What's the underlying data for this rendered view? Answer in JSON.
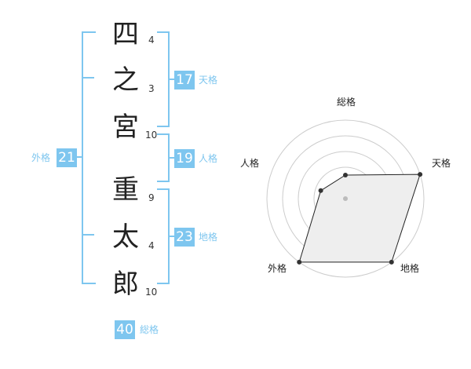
{
  "name_chars": [
    {
      "char": "四",
      "strokes": "4"
    },
    {
      "char": "之",
      "strokes": "3"
    },
    {
      "char": "宮",
      "strokes": "10"
    },
    {
      "char": "重",
      "strokes": "9"
    },
    {
      "char": "太",
      "strokes": "4"
    },
    {
      "char": "郎",
      "strokes": "10"
    }
  ],
  "fortune": {
    "tenkaku": {
      "value": "17",
      "label": "天格"
    },
    "jinkaku": {
      "value": "19",
      "label": "人格"
    },
    "chikaku": {
      "value": "23",
      "label": "地格"
    },
    "gaikaku": {
      "value": "21",
      "label": "外格"
    },
    "soukaku": {
      "value": "40",
      "label": "総格"
    }
  },
  "colors": {
    "accent": "#7ec6ef",
    "text": "#222222",
    "radar_fill": "#eeeeee",
    "radar_ring": "#cccccc"
  },
  "radar": {
    "axis_labels": [
      "総格",
      "天格",
      "地格",
      "外格",
      "人格"
    ],
    "levels": [
      0.3,
      1.0,
      1.0,
      1.0,
      0.33
    ],
    "max": 1.0
  }
}
